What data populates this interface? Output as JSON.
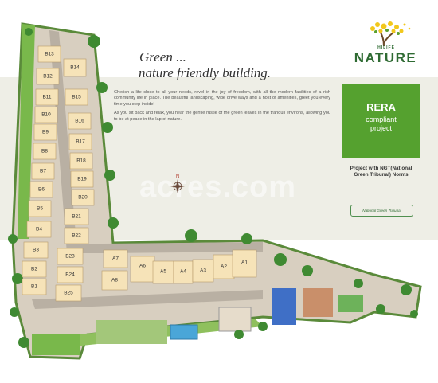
{
  "headline": {
    "line1": "Green ...",
    "line2": "nature friendly building."
  },
  "body": {
    "para1": "Cherish a life close to all your needs, revel in the joy of freedom, with all the modern facilities of a rich community life in place. The beautiful landscaping, wide drive ways and a host of amenities, greet you every time you step inside!",
    "para2": "As you sit back and relax, you hear the gentle rustle of the green leaves in the tranquil environs, allowing you to be at peace in the lap of nature."
  },
  "logo": {
    "top": "HILIFE",
    "main": "NATURE"
  },
  "rera": {
    "line1": "RERA",
    "line2": "compliant",
    "line3": "project"
  },
  "ngt": {
    "text": "Project with NGT(National Green Tribunal) Norms",
    "badge": "National Green Tribunal"
  },
  "compass": {
    "north": "N"
  },
  "watermark": "acres.com",
  "colors": {
    "accent_green": "#55a12f",
    "block_fill": "#f6e3b8",
    "lawn": "#79b84b",
    "band": "#eeeee6"
  },
  "blocks": {
    "B13": "B13",
    "B14": "B14",
    "B12": "B12",
    "B11": "B11",
    "B15": "B15",
    "B10": "B10",
    "B16": "B16",
    "B9": "B9",
    "B17": "B17",
    "B8": "B8",
    "B18": "B18",
    "B7": "B7",
    "B19": "B19",
    "B6": "B6",
    "B20": "B20",
    "B5": "B5",
    "B21": "B21",
    "B4": "B4",
    "B22": "B22",
    "B3": "B3",
    "B23": "B23",
    "B2": "B2",
    "B24": "B24",
    "B1": "B1",
    "B25": "B25",
    "A7": "A7",
    "A8": "A8",
    "A6": "A6",
    "A5": "A5",
    "A4": "A4",
    "A3": "A3",
    "A2": "A2",
    "A1": "A1"
  }
}
